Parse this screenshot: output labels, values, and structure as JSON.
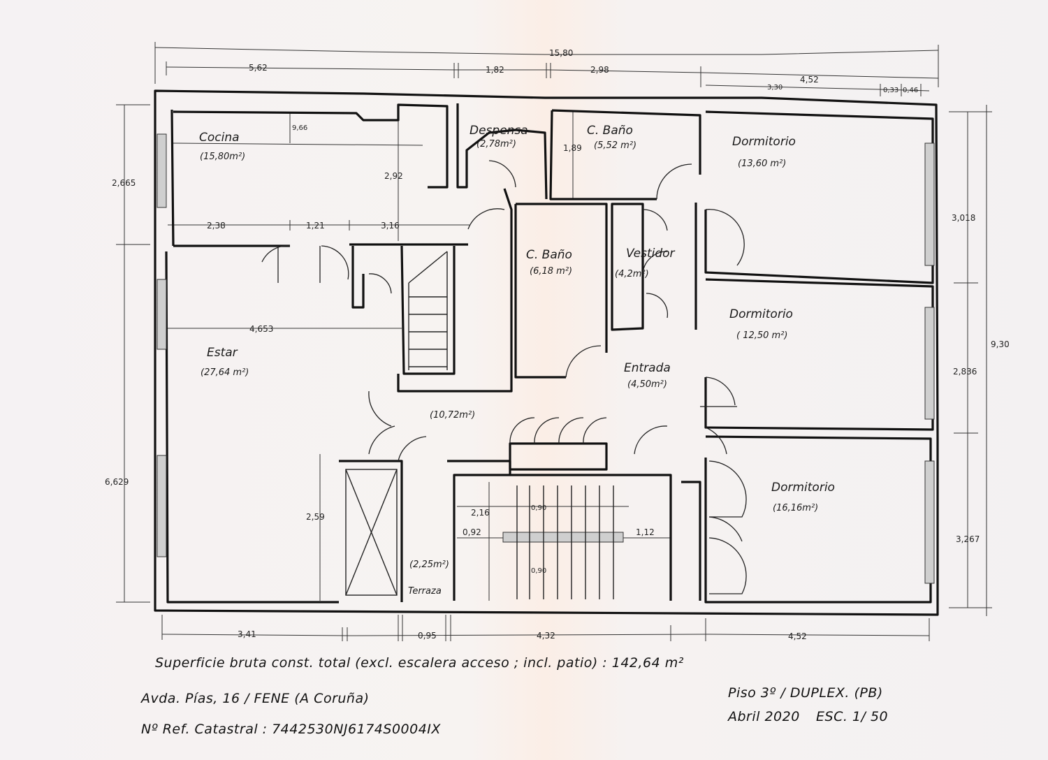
{
  "rooms": {
    "cocina": {
      "name": "Cocina",
      "area": "(15,80m²)"
    },
    "despensa": {
      "name": "Despensa",
      "area": "(2,78m²)"
    },
    "bano1": {
      "name": "C. Baño",
      "area": "(5,52 m²)"
    },
    "dorm1": {
      "name": "Dormitorio",
      "area": "(13,60 m²)"
    },
    "bano2": {
      "name": "C. Baño",
      "area": "(6,18 m²)"
    },
    "vestidor": {
      "name": "Vestidor",
      "area": "(4,2m²)"
    },
    "dorm2": {
      "name": "Dormitorio",
      "area": "( 12,50 m²)"
    },
    "estar": {
      "name": "Estar",
      "area": "(27,64 m²)"
    },
    "entrada": {
      "name": "Entrada",
      "area": "(4,50m²)"
    },
    "pasillo": {
      "area": "(10,72m²)"
    },
    "dorm3": {
      "name": "Dormitorio",
      "area": "(16,16m²)"
    },
    "terraza": {
      "name": "Terraza",
      "area": "(2,25m²)"
    }
  },
  "dimensions": {
    "top_total": "15,80",
    "top_1": "5,62",
    "top_2": "1,82",
    "top_3": "2,98",
    "top_4": "4,52",
    "top_5": "3,30",
    "top_6": "0,33",
    "top_7": "0,46",
    "left_1": "2,665",
    "left_2": "6,629",
    "right_1": "3,018",
    "right_2": "2,836",
    "right_3": "3,267",
    "right_total": "9,30",
    "bottom_1": "3,41",
    "bottom_2": "0,95",
    "bottom_3": "4,32",
    "bottom_4": "4,52",
    "mid_1": "2,38",
    "mid_2": "1,21",
    "mid_3": "3,16",
    "estar_w": "4,653",
    "kitchen_h": "2,92",
    "kitchen_w": "9,66",
    "bano_h": "1,89",
    "estar_h": "2,59",
    "stair_1": "2,16",
    "stair_2": "0,92",
    "stair_3": "1,12",
    "stair_4": "0,90",
    "stair_5": "0,90"
  },
  "captions": {
    "surface": "Superficie bruta const. total (excl. escalera acceso ; incl. patio) : 142,64 m²",
    "address": "Avda. Pías, 16 / FENE (A Coruña)",
    "ref": "Nº Ref. Catastral : 7442530NJ6174S0004IX",
    "flat": "Piso 3º / DUPLEX. (PB)",
    "date": "Abril 2020",
    "scale": "ESC. 1/ 50"
  }
}
